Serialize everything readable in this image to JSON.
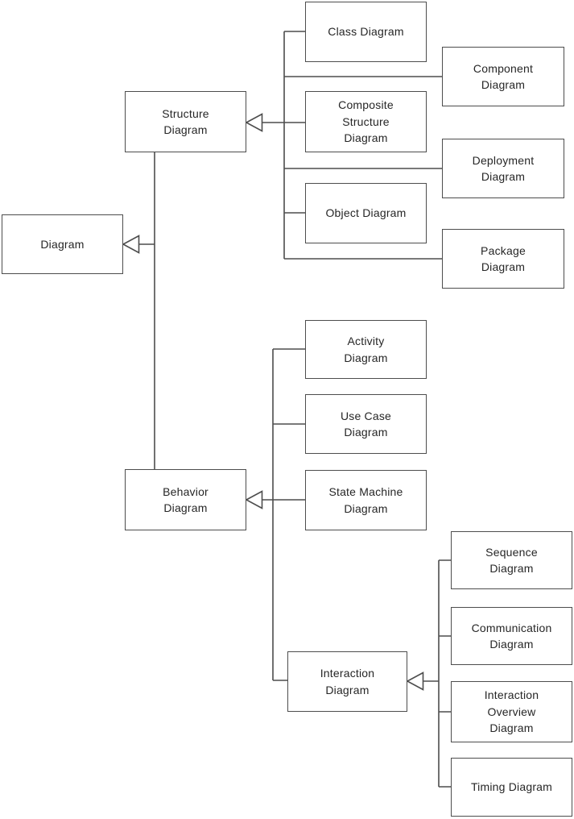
{
  "nodes": {
    "diagram": {
      "label": "Diagram"
    },
    "structure": {
      "label": "Structure\nDiagram"
    },
    "behavior": {
      "label": "Behavior\nDiagram"
    },
    "class": {
      "label": "Class Diagram"
    },
    "component": {
      "label": "Component\nDiagram"
    },
    "composite": {
      "label": "Composite\nStructure\nDiagram"
    },
    "deployment": {
      "label": "Deployment\nDiagram"
    },
    "object": {
      "label": "Object Diagram"
    },
    "package": {
      "label": "Package\nDiagram"
    },
    "activity": {
      "label": "Activity\nDiagram"
    },
    "usecase": {
      "label": "Use Case\nDiagram"
    },
    "statemachine": {
      "label": "State Machine\nDiagram"
    },
    "interaction": {
      "label": "Interaction\nDiagram"
    },
    "sequence": {
      "label": "Sequence\nDiagram"
    },
    "communication": {
      "label": "Communication\nDiagram"
    },
    "overview": {
      "label": "Interaction\nOverview\nDiagram"
    },
    "timing": {
      "label": "Timing Diagram"
    }
  },
  "edges": [
    {
      "from": "Diagram",
      "to": "Structure Diagram",
      "type": "generalization"
    },
    {
      "from": "Diagram",
      "to": "Behavior Diagram",
      "type": "generalization"
    },
    {
      "from": "Structure Diagram",
      "to": "Class Diagram",
      "type": "generalization"
    },
    {
      "from": "Structure Diagram",
      "to": "Component Diagram",
      "type": "generalization"
    },
    {
      "from": "Structure Diagram",
      "to": "Composite Structure Diagram",
      "type": "generalization"
    },
    {
      "from": "Structure Diagram",
      "to": "Deployment Diagram",
      "type": "generalization"
    },
    {
      "from": "Structure Diagram",
      "to": "Object Diagram",
      "type": "generalization"
    },
    {
      "from": "Structure Diagram",
      "to": "Package Diagram",
      "type": "generalization"
    },
    {
      "from": "Behavior Diagram",
      "to": "Activity Diagram",
      "type": "generalization"
    },
    {
      "from": "Behavior Diagram",
      "to": "Use Case Diagram",
      "type": "generalization"
    },
    {
      "from": "Behavior Diagram",
      "to": "State Machine Diagram",
      "type": "generalization"
    },
    {
      "from": "Behavior Diagram",
      "to": "Interaction Diagram",
      "type": "generalization"
    },
    {
      "from": "Interaction Diagram",
      "to": "Sequence Diagram",
      "type": "generalization"
    },
    {
      "from": "Interaction Diagram",
      "to": "Communication Diagram",
      "type": "generalization"
    },
    {
      "from": "Interaction Diagram",
      "to": "Interaction Overview Diagram",
      "type": "generalization"
    },
    {
      "from": "Interaction Diagram",
      "to": "Timing Diagram",
      "type": "generalization"
    }
  ],
  "style": {
    "line_color": "#4d4d4d",
    "text_color": "#262626",
    "box_fill": "#ffffff"
  }
}
